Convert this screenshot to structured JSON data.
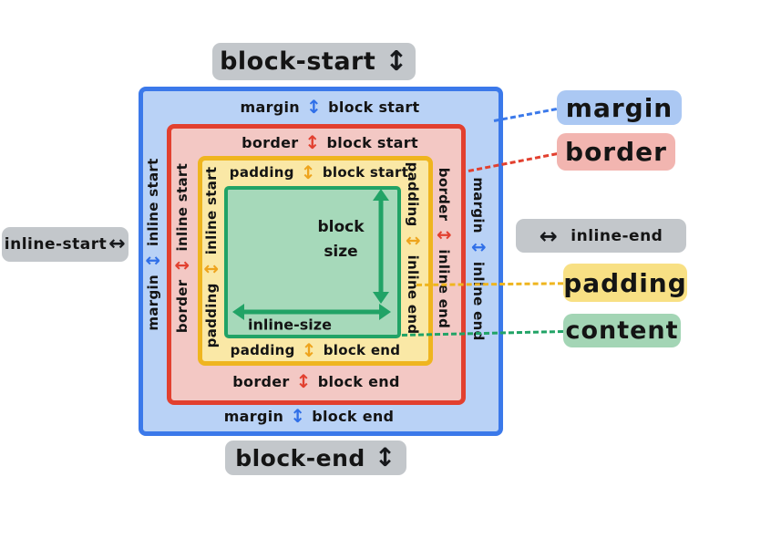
{
  "palette": {
    "margin_fill": "#b9d2f6",
    "margin_stroke": "#3b79ea",
    "border_fill": "#f3c8c4",
    "border_stroke": "#e2402f",
    "padding_fill": "#fae8a6",
    "padding_stroke": "#efb51f",
    "content_fill": "#a6d9ba",
    "content_stroke": "#21a366",
    "gray_pill": "#c3c7cb",
    "legend_margin_fill": "#abc8f3",
    "legend_border_fill": "#f2b5b0",
    "legend_padding_fill": "#f8e084",
    "legend_content_fill": "#a3d5b5",
    "text": "#141414"
  },
  "icons": {
    "arrow_vertical": "↕",
    "arrow_horizontal": "↔"
  },
  "outer_labels": {
    "block_start": "block-start",
    "block_end": "block-end",
    "inline_start": "inline-start",
    "inline_end": "inline-end"
  },
  "legend": {
    "margin": "margin",
    "border": "border",
    "padding": "padding",
    "content": "content"
  },
  "edge_labels": {
    "top": [
      {
        "area": "margin",
        "side": "block start"
      },
      {
        "area": "border",
        "side": "block start"
      },
      {
        "area": "padding",
        "side": "block start"
      }
    ],
    "bottom": [
      {
        "area": "padding",
        "side": "block end"
      },
      {
        "area": "border",
        "side": "block end"
      },
      {
        "area": "margin",
        "side": "block end"
      }
    ],
    "left": [
      {
        "area": "margin",
        "side": "inline start"
      },
      {
        "area": "border",
        "side": "inline start"
      },
      {
        "area": "padding",
        "side": "inline start"
      }
    ],
    "right": [
      {
        "area": "padding",
        "side": "inline end"
      },
      {
        "area": "border",
        "side": "inline end"
      },
      {
        "area": "margin",
        "side": "inline end"
      }
    ]
  },
  "content_labels": {
    "block_size_line1": "block",
    "block_size_line2": "size",
    "inline_size": "inline-size"
  }
}
